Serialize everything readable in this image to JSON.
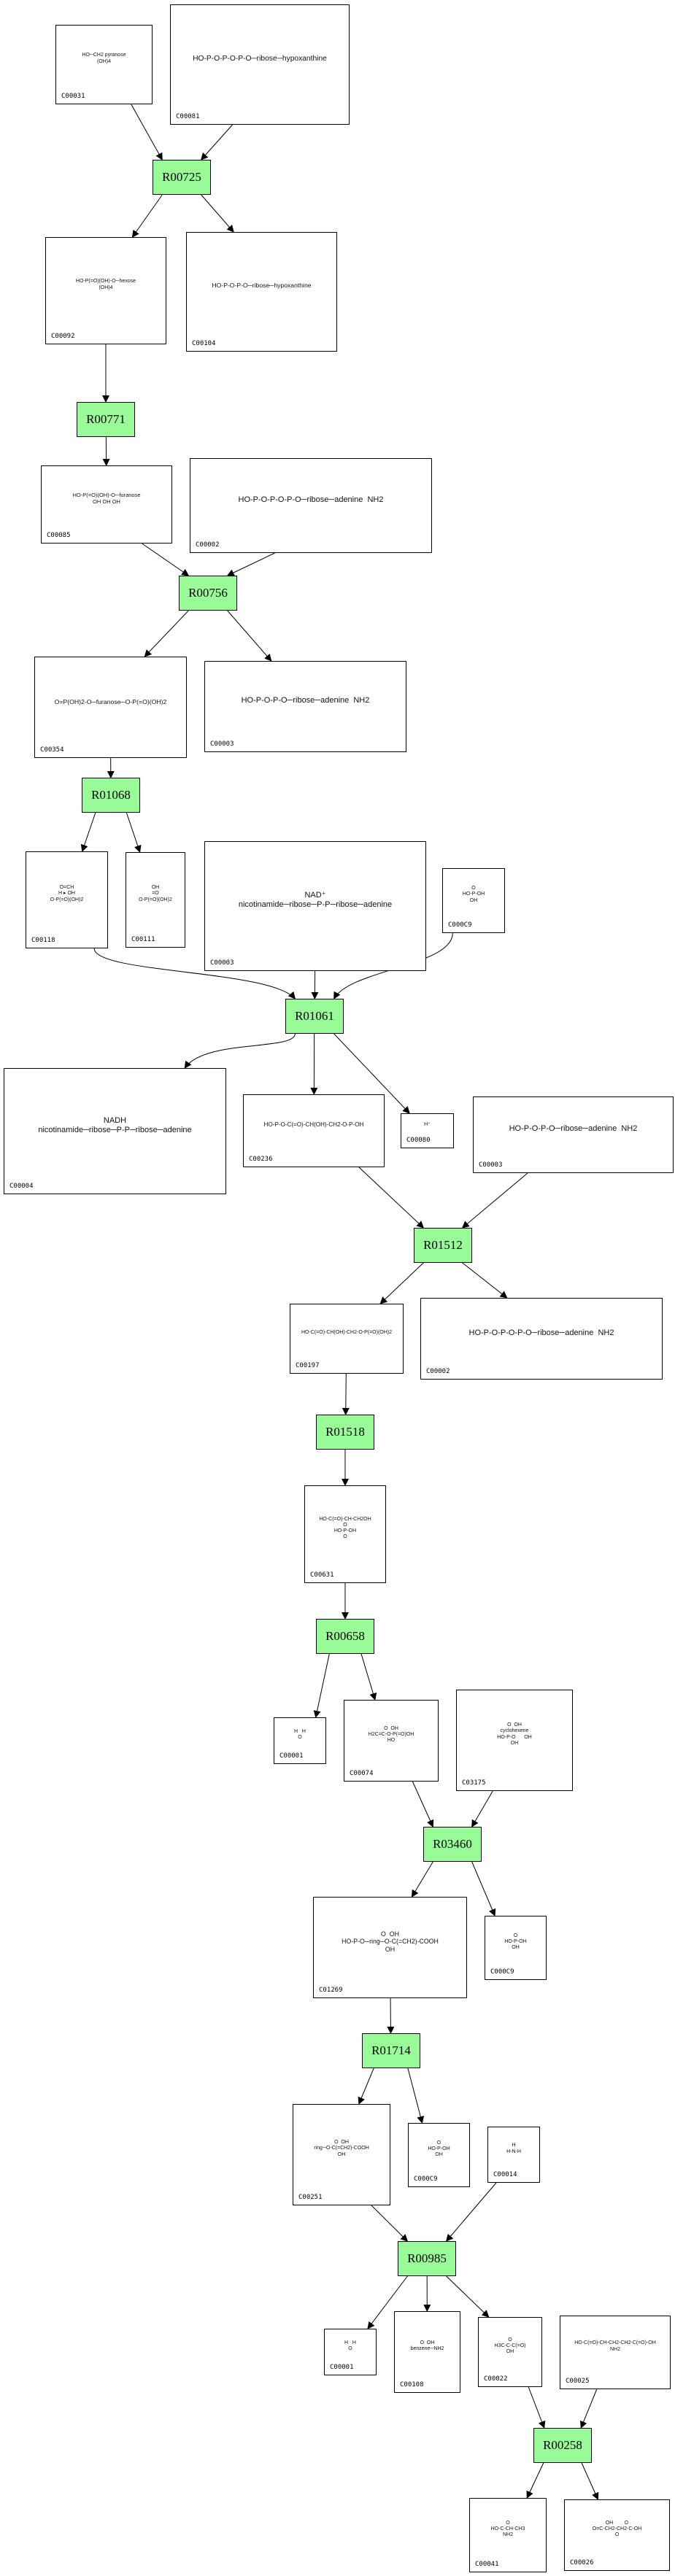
{
  "diagram": {
    "type": "metabolic-pathway",
    "reaction_fill": "#98fb98",
    "compound_border": "#000000",
    "reactions": [
      {
        "id": "R00725"
      },
      {
        "id": "R00771"
      },
      {
        "id": "R00756"
      },
      {
        "id": "R01068"
      },
      {
        "id": "R01061"
      },
      {
        "id": "R01512"
      },
      {
        "id": "R01518"
      },
      {
        "id": "R00658"
      },
      {
        "id": "R03460"
      },
      {
        "id": "R01714"
      },
      {
        "id": "R00985"
      },
      {
        "id": "R00258"
      }
    ],
    "compounds": [
      {
        "id": "C00031",
        "structure": "HO─CH2 pyranose\n(OH)4"
      },
      {
        "id": "C00081",
        "structure": "HO-P-O-P-O-P-O─ribose─hypoxanthine"
      },
      {
        "id": "C00092",
        "structure": "HO-P(=O)(OH)-O─hexose\n(OH)4"
      },
      {
        "id": "C00104",
        "structure": "HO-P-O-P-O─ribose─hypoxanthine"
      },
      {
        "id": "C00085",
        "structure": "HO-P(=O)(OH)-O─furanose\nOH OH OH"
      },
      {
        "id": "C00002",
        "structure": "HO-P-O-P-O-P-O─ribose─adenine  NH2"
      },
      {
        "id": "C00354",
        "structure": "O=P(OH)2-O─furanose─O-P(=O)(OH)2"
      },
      {
        "id": "C00003",
        "structure": "HO-P-O-P-O─ribose─adenine  NH2"
      },
      {
        "id": "C00118",
        "structure": "O=CH\nH ▸ OH\nO-P(=O)(OH)2"
      },
      {
        "id": "C00111",
        "structure": "OH\n=O\nO-P(=O)(OH)2"
      },
      {
        "id": "C00003",
        "structure": "NAD⁺\nnicotinamide─ribose─P-P─ribose─adenine"
      },
      {
        "id": "C000C9",
        "structure": "O\nHO-P-OH\nOH"
      },
      {
        "id": "C00004",
        "structure": "NADH\nnicotinamide─ribose─P-P─ribose─adenine"
      },
      {
        "id": "C00236",
        "structure": "HO-P-O-C(=O)-CH(OH)-CH2-O-P-OH"
      },
      {
        "id": "C00080",
        "structure": "H⁺"
      },
      {
        "id": "C00003",
        "structure": "HO-P-O-P-O─ribose─adenine  NH2"
      },
      {
        "id": "C00197",
        "structure": "HO-C(=O)-CH(OH)-CH2-O-P(=O)(OH)2"
      },
      {
        "id": "C00002",
        "structure": "HO-P-O-P-O-P-O─ribose─adenine  NH2"
      },
      {
        "id": "C00631",
        "structure": "HO-C(=O)-CH-CH2OH\nO\nHO-P-OH\nO"
      },
      {
        "id": "C00001",
        "structure": "H   H\nO"
      },
      {
        "id": "C00074",
        "structure": "O  OH\nH2C=C-O-P(=O)OH\nHO"
      },
      {
        "id": "C03175",
        "structure": "O  OH\ncyclohexene\nHO-P-O      OH\nOH"
      },
      {
        "id": "C01269",
        "structure": "O  OH\nHO-P-O─ring─O-C(=CH2)-COOH\nOH"
      },
      {
        "id": "C000C9",
        "structure": "O\nHO-P-OH\nOH"
      },
      {
        "id": "C00251",
        "structure": "O  OH\nring─O-C(=CH2)-COOH\nOH"
      },
      {
        "id": "C000C9",
        "structure": "O\nHO-P-OH\nOH"
      },
      {
        "id": "C00014",
        "structure": "H\nH-N-H"
      },
      {
        "id": "C00001",
        "structure": "H   H\nO"
      },
      {
        "id": "C00108",
        "structure": "O  OH\nbenzene─NH2"
      },
      {
        "id": "C00022",
        "structure": "O\nH3C-C-C(=O)\nOH"
      },
      {
        "id": "C00025",
        "structure": "HO-C(=O)-CH-CH2-CH2-C(=O)-OH\nNH2"
      },
      {
        "id": "C00041",
        "structure": "O\nHO-C-CH-CH3\nNH2"
      },
      {
        "id": "C00026",
        "structure": "OH        O\nO=C-CH2-CH2-C-OH\nO"
      }
    ],
    "edges": [
      [
        "C00031",
        "R00725"
      ],
      [
        "C00081",
        "R00725"
      ],
      [
        "R00725",
        "C00092"
      ],
      [
        "R00725",
        "C00104"
      ],
      [
        "C00092",
        "R00771"
      ],
      [
        "R00771",
        "C00085"
      ],
      [
        "C00085",
        "R00756"
      ],
      [
        "C00002",
        "R00756"
      ],
      [
        "R00756",
        "C00354"
      ],
      [
        "R00756",
        "C00003"
      ],
      [
        "C00354",
        "R01068"
      ],
      [
        "R01068",
        "C00118"
      ],
      [
        "R01068",
        "C00111"
      ],
      [
        "C00118",
        "R01061"
      ],
      [
        "C00003",
        "R01061"
      ],
      [
        "C000C9",
        "R01061"
      ],
      [
        "R01061",
        "C00004"
      ],
      [
        "R01061",
        "C00236"
      ],
      [
        "R01061",
        "C00080"
      ],
      [
        "C00236",
        "R01512"
      ],
      [
        "C00003",
        "R01512"
      ],
      [
        "R01512",
        "C00197"
      ],
      [
        "R01512",
        "C00002"
      ],
      [
        "C00197",
        "R01518"
      ],
      [
        "R01518",
        "C00631"
      ],
      [
        "C00631",
        "R00658"
      ],
      [
        "R00658",
        "C00001"
      ],
      [
        "R00658",
        "C00074"
      ],
      [
        "C00074",
        "R03460"
      ],
      [
        "C03175",
        "R03460"
      ],
      [
        "R03460",
        "C01269"
      ],
      [
        "R03460",
        "C000C9"
      ],
      [
        "C01269",
        "R01714"
      ],
      [
        "R01714",
        "C00251"
      ],
      [
        "R01714",
        "C000C9"
      ],
      [
        "C00251",
        "R00985"
      ],
      [
        "C00014",
        "R00985"
      ],
      [
        "R00985",
        "C00001"
      ],
      [
        "R00985",
        "C00108"
      ],
      [
        "R00985",
        "C00022"
      ],
      [
        "C00022",
        "R00258"
      ],
      [
        "C00025",
        "R00258"
      ],
      [
        "R00258",
        "C00041"
      ],
      [
        "R00258",
        "C00026"
      ]
    ]
  }
}
